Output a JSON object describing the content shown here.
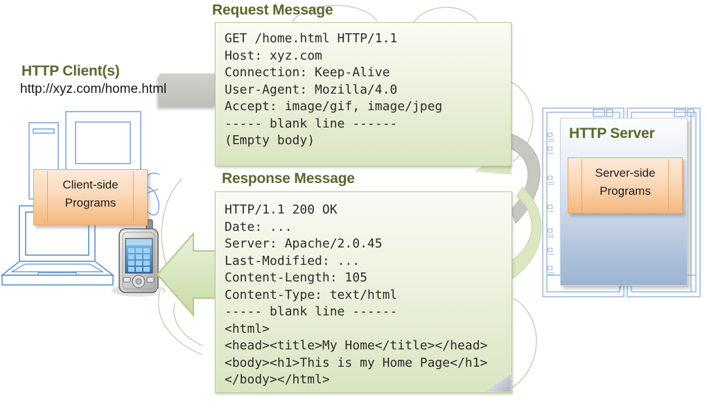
{
  "client": {
    "title": "HTTP Client(s)",
    "url": "http://xyz.com/home.html",
    "programs": {
      "line1": "Client-side",
      "line2": "Programs"
    }
  },
  "server": {
    "title": "HTTP Server",
    "programs": {
      "line1": "Server-side",
      "line2": "Programs"
    }
  },
  "request_message": {
    "title": "Request Message",
    "lines": [
      "GET /home.html HTTP/1.1",
      "Host: xyz.com",
      "Connection: Keep-Alive",
      "User-Agent: Mozilla/4.0",
      "Accept: image/gif, image/jpeg",
      "----- blank line ------",
      "(Empty body)"
    ]
  },
  "response_message": {
    "title": "Response Message",
    "lines": [
      "HTTP/1.1 200 OK",
      "Date: ...",
      "Server: Apache/2.0.45",
      "Last-Modified: ...",
      "Content-Length: 105",
      "Content-Type: text/html",
      "----- blank line ------",
      "<html>",
      "<head><title>My Home</title></head>",
      "<body><h1>This is my Home Page</h1>",
      "</body></html>"
    ]
  },
  "colors": {
    "heading_green": "#57682e",
    "bubble_border": "#b7cb90",
    "bubble_fill": "#d9e5c1",
    "orange_border": "#e8a76c",
    "orange_fill": "#f5b77d",
    "server_panel_blue": "#9cb4d2",
    "rack_outline": "#95b3d7",
    "ribbon_gray": "#c7c8c2",
    "ribbon_green": "#dbe7c3",
    "arrow_green": "#cfdfab",
    "code_text": "#2b2b2b"
  }
}
